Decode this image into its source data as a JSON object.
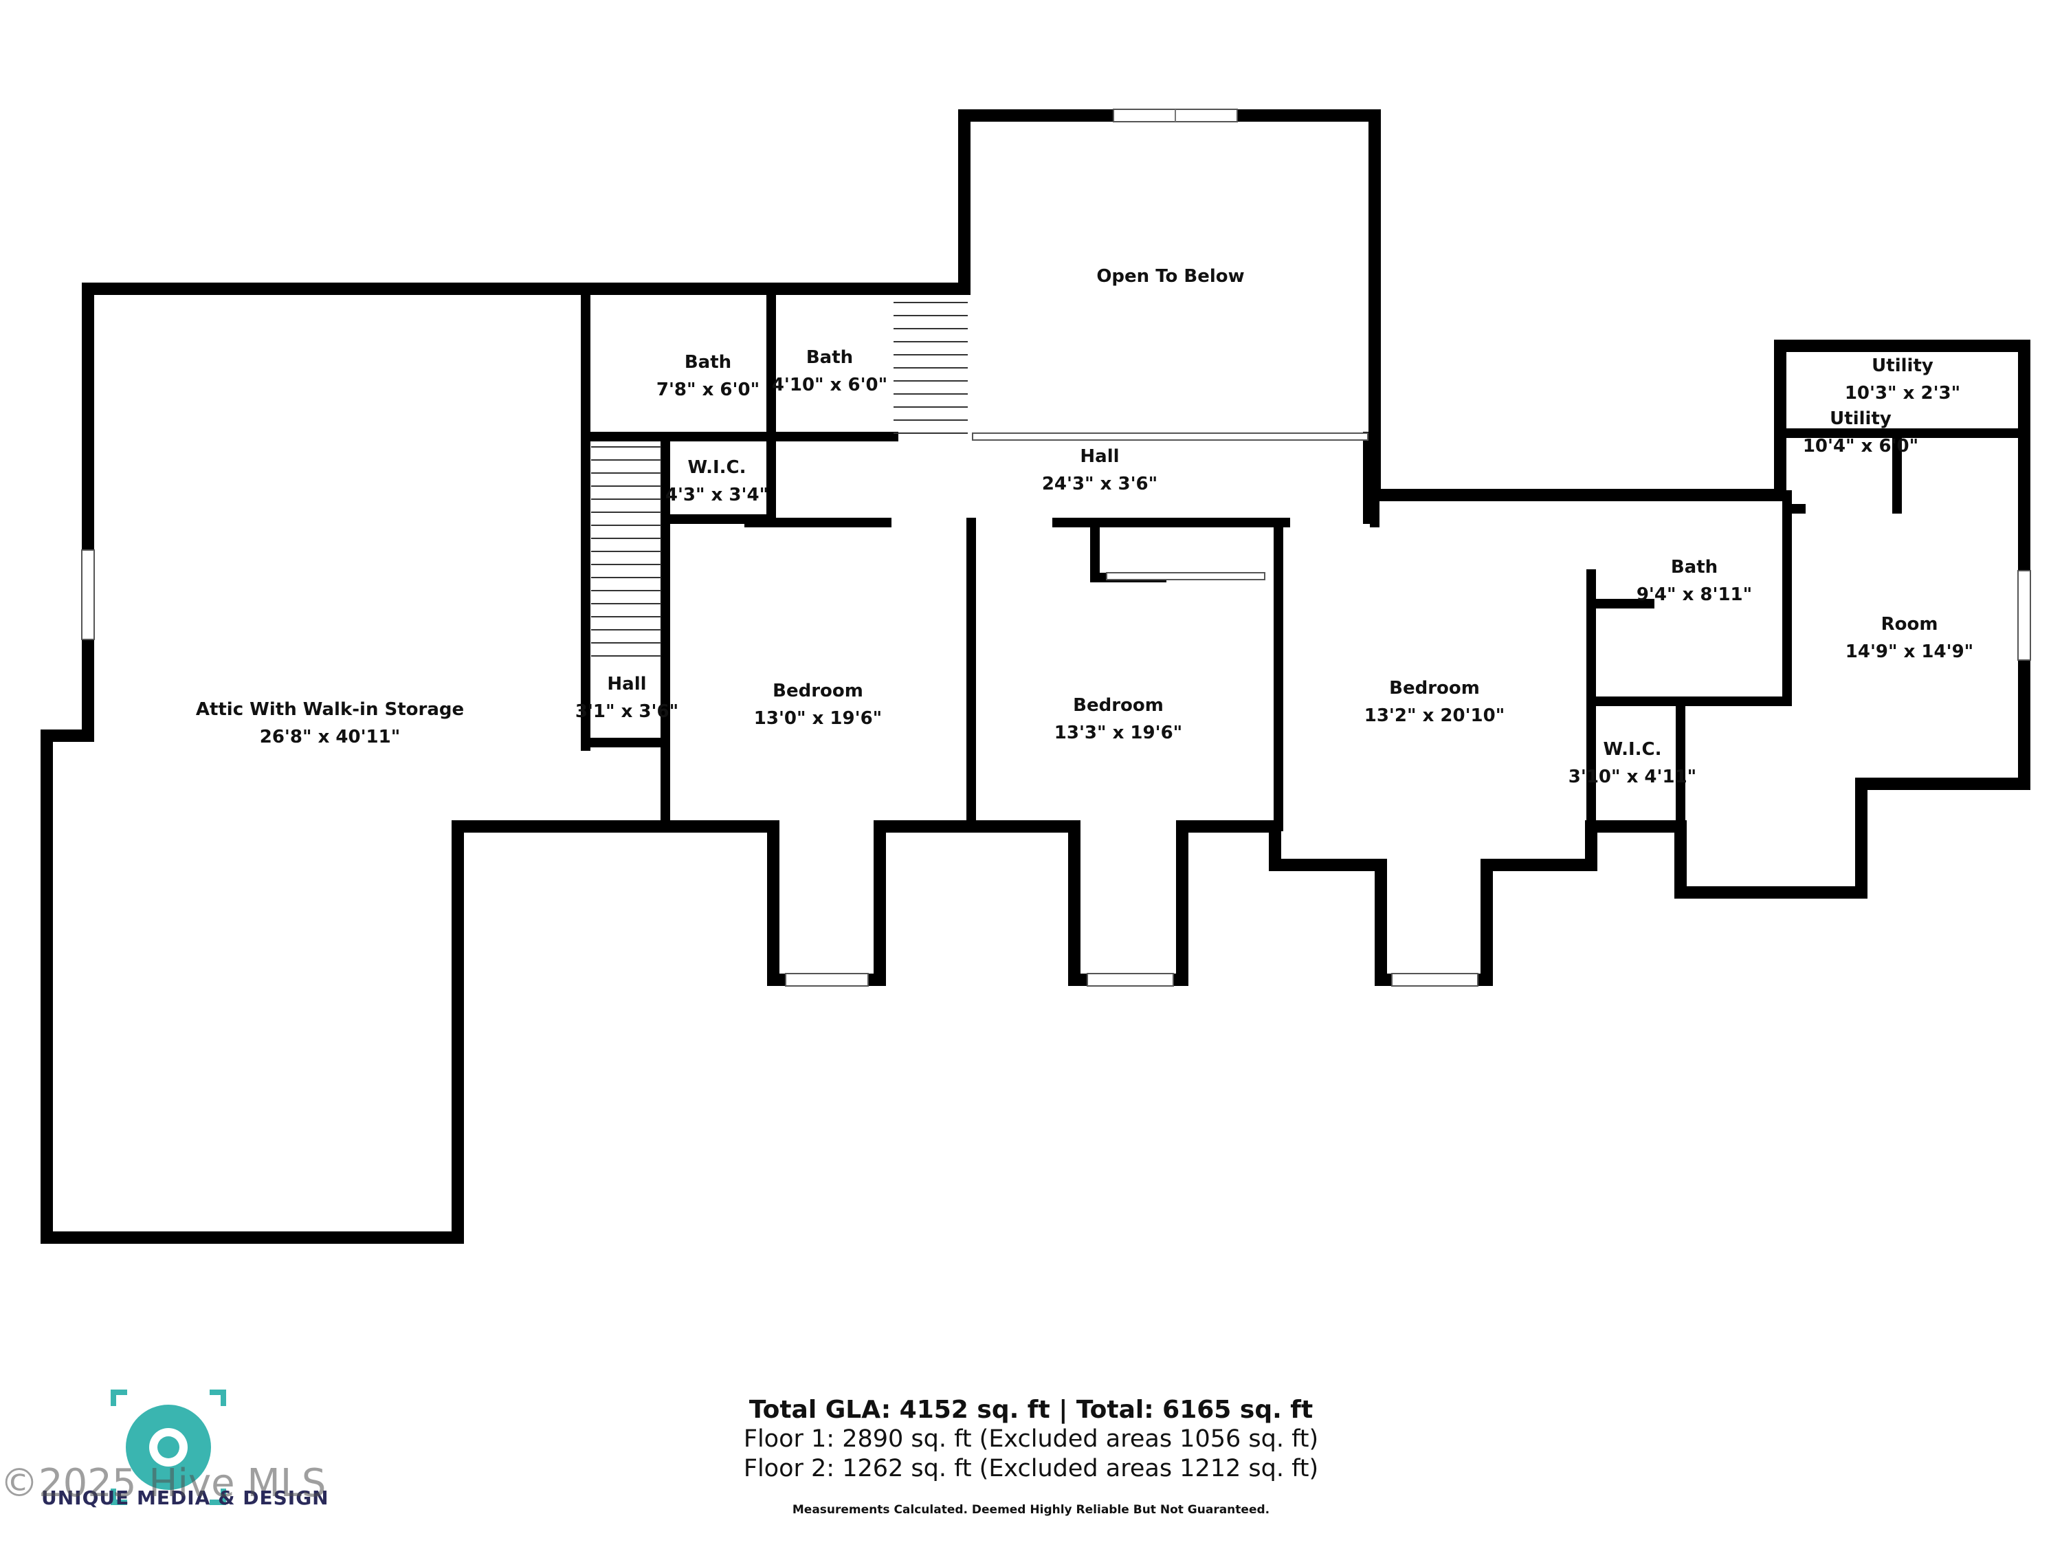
{
  "rooms": [
    {
      "id": "attic",
      "name": "Attic With Walk-in Storage",
      "dims": "26'8\" x 40'11\""
    },
    {
      "id": "bath1",
      "name": "Bath",
      "dims": "7'8\" x 6'0\""
    },
    {
      "id": "bath2",
      "name": "Bath",
      "dims": "4'10\" x 6'0\""
    },
    {
      "id": "open",
      "name": "Open To Below",
      "dims": ""
    },
    {
      "id": "wic1",
      "name": "W.I.C.",
      "dims": "4'3\" x 3'4\""
    },
    {
      "id": "hall-main",
      "name": "Hall",
      "dims": "24'3\" x 3'6\""
    },
    {
      "id": "hall-small",
      "name": "Hall",
      "dims": "3'1\" x 3'6\""
    },
    {
      "id": "bed1",
      "name": "Bedroom",
      "dims": "13'0\" x 19'6\""
    },
    {
      "id": "bed2",
      "name": "Bedroom",
      "dims": "13'3\" x 19'6\""
    },
    {
      "id": "bed3",
      "name": "Bedroom",
      "dims": "13'2\" x 20'10\""
    },
    {
      "id": "bath3",
      "name": "Bath",
      "dims": "9'4\" x 8'11\""
    },
    {
      "id": "wic2",
      "name": "W.I.C.",
      "dims": "3'10\" x 4'11\""
    },
    {
      "id": "utility1",
      "name": "Utility",
      "dims": "10'3\" x 2'3\""
    },
    {
      "id": "utility2",
      "name": "Utility",
      "dims": "10'4\" x 6'0\""
    },
    {
      "id": "room",
      "name": "Room",
      "dims": "14'9\" x 14'9\""
    }
  ],
  "footer": {
    "total": "Total GLA: 4152 sq. ft | Total: 6165 sq. ft",
    "floor1": "Floor 1: 2890 sq. ft (Excluded areas 1056 sq. ft)",
    "floor2": "Floor 2: 1262 sq. ft (Excluded areas 1212 sq. ft)",
    "disclaimer": "Measurements Calculated. Deemed Highly Reliable But Not Guaranteed."
  },
  "logo": {
    "text": "UNIQUE MEDIA & DESIGN",
    "color": "#3ab5b0"
  },
  "watermark": "©2025 Hive MLS"
}
